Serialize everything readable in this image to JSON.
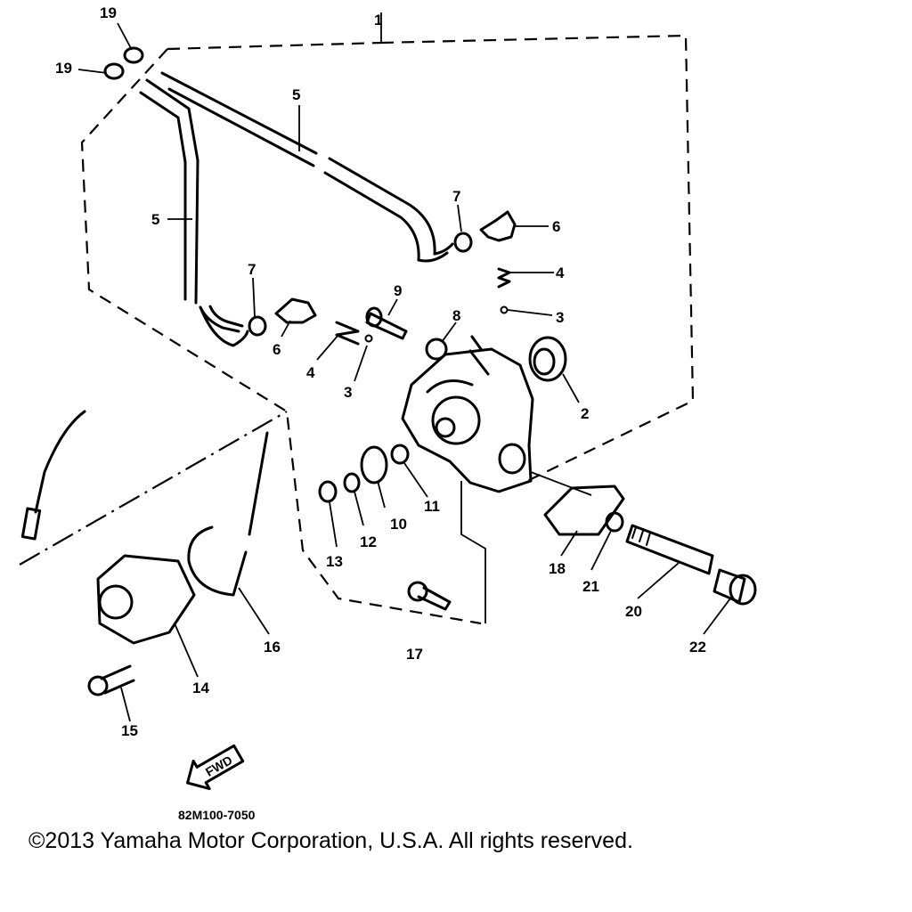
{
  "callouts": {
    "c1": "1",
    "c2": "2",
    "c3a": "3",
    "c3b": "3",
    "c4a": "4",
    "c4b": "4",
    "c5a": "5",
    "c5b": "5",
    "c6a": "6",
    "c6b": "6",
    "c7a": "7",
    "c7b": "7",
    "c8": "8",
    "c9": "9",
    "c10": "10",
    "c11": "11",
    "c12": "12",
    "c13": "13",
    "c14": "14",
    "c15": "15",
    "c16": "16",
    "c17": "17",
    "c18": "18",
    "c19a": "19",
    "c19b": "19",
    "c20": "20",
    "c21": "21",
    "c22": "22"
  },
  "fwd_label": "FWD",
  "drawing_number": "82M100-7050",
  "copyright": "©2013 Yamaha Motor Corporation, U.S.A. All rights reserved.",
  "icons": {
    "forward_arrow": "forward-arrow-icon"
  }
}
